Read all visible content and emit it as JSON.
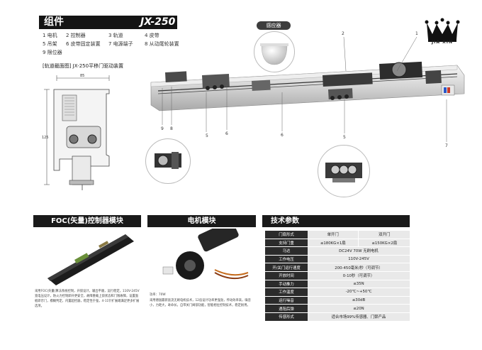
{
  "header": {
    "title_left": "组件",
    "title_right": "JX-250"
  },
  "parts": [
    [
      "1 电机",
      "2 控制器",
      "3 轨道",
      "4 皮带"
    ],
    [
      "5 吊架",
      "6 皮带固定装置",
      "7 电源端子",
      "8 从动尾轮装置"
    ],
    [
      "9 限位器"
    ]
  ],
  "cross_section": {
    "title": "[轨道截面图] JX-250平移门驱动装置",
    "dim_width": "85",
    "dim_height": "125"
  },
  "sensor": {
    "label": "感应器"
  },
  "callouts": {
    "c1": "1",
    "c2": "2",
    "c5a": "5",
    "c5b": "5",
    "c6a": "6",
    "c6b": "6",
    "c7": "7",
    "c8": "8",
    "c9": "9"
  },
  "brand": {
    "text": "JIA XIN"
  },
  "foc": {
    "title": "FOC(矢量)控制器模块",
    "desc": "采用FOC(矢量)算法系统控制，开锁设计，输出平顺，运行稳定，110V-245V宽电压设计，防火力控制即开更安全，故障重载上锁状态和门限故障，设置面板即示门，模糊判定，内置超控器，稳定性于强，4-11针扩展端满足更多扩展选项。"
  },
  "motor": {
    "title": "电机模块",
    "power": "功率：70W",
    "desc": "采用德国最新直流无刷电机技术，12齿设计功率更强劲，传动效率高，噪音小，力距大，寿命长，自带关门阀锁功能，智能相位控制技术，稳定耐用。"
  },
  "spec": {
    "title": "技术参数",
    "rows": [
      {
        "label": "门扇形式",
        "v1": "单开门",
        "v2": "双开门"
      },
      {
        "label": "支持门重",
        "v1": "≤180KG×1扇",
        "v2": "≤150KG×2扇"
      },
      {
        "label": "马达",
        "v": "DC24V 70W 无刷电机"
      },
      {
        "label": "工作电压",
        "v": "110V-245V"
      },
      {
        "label": "开/关门运行速度",
        "v": "200-450毫米/秒（可调节）"
      },
      {
        "label": "开放时间",
        "v": "0-10秒（可调节）"
      },
      {
        "label": "手动推力",
        "v": "≤35N"
      },
      {
        "label": "工作温度",
        "v": "-20℃~+50℃"
      },
      {
        "label": "运行噪音",
        "v": "≤30dB"
      },
      {
        "label": "遇阻后弹",
        "v": "≤20N"
      },
      {
        "label": "传感形式",
        "v": "适合市场99%传感器、门禁产品"
      }
    ]
  }
}
